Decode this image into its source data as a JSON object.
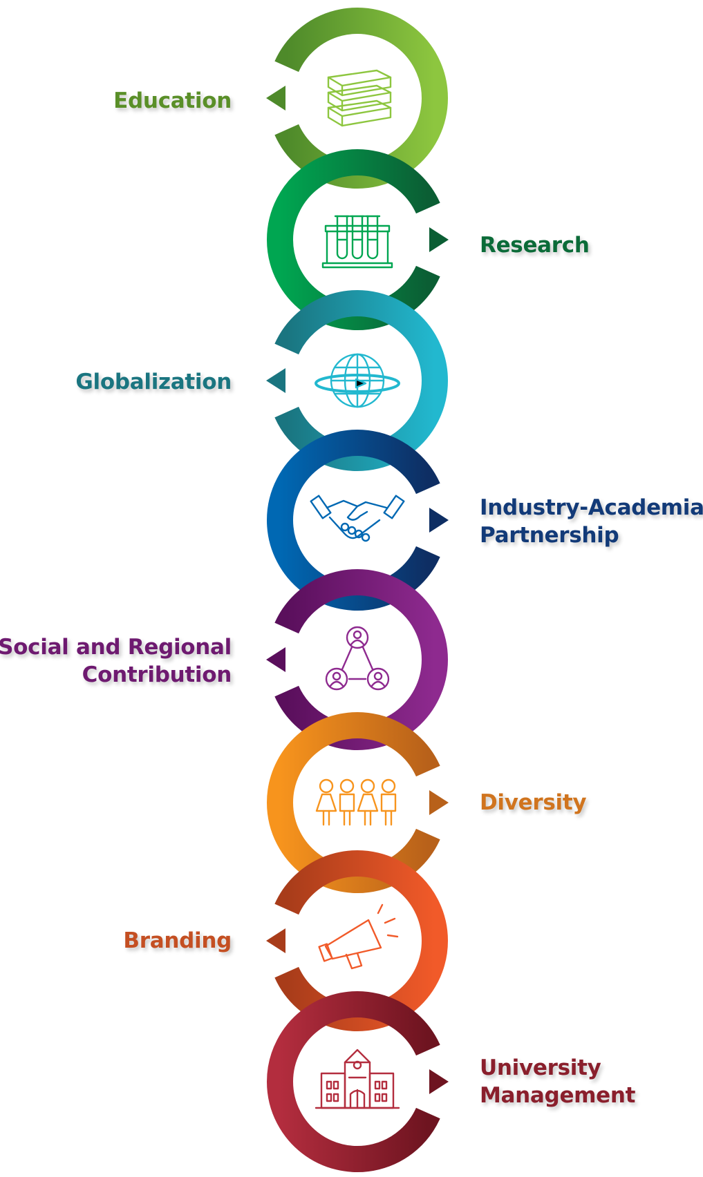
{
  "steps": [
    {
      "line1": "Education",
      "line2": "",
      "icon": "books-icon",
      "side": "left",
      "color_light": "#8DC63F",
      "color_dark": "#4E8A2A",
      "text_color": "#5A8F28"
    },
    {
      "line1": "Research",
      "line2": "",
      "icon": "test-tubes-icon",
      "side": "right",
      "color_light": "#00A651",
      "color_dark": "#0B5E34",
      "text_color": "#0B6B38"
    },
    {
      "line1": "Globalization",
      "line2": "",
      "icon": "globe-icon",
      "side": "left",
      "color_light": "#22B8CF",
      "color_dark": "#1A7580",
      "text_color": "#1A7580"
    },
    {
      "line1": "Industry-Academia",
      "line2": "Partnership",
      "icon": "handshake-icon",
      "side": "right",
      "color_light": "#0068B3",
      "color_dark": "#0E2E63",
      "text_color": "#123A78"
    },
    {
      "line1": "Social and Regional",
      "line2": "Contribution",
      "icon": "people-network-icon",
      "side": "left",
      "color_light": "#8E2A8F",
      "color_dark": "#5A0F5C",
      "text_color": "#6E1A70"
    },
    {
      "line1": "Diversity",
      "line2": "",
      "icon": "people-group-icon",
      "side": "right",
      "color_light": "#F7941D",
      "color_dark": "#B8611A",
      "text_color": "#D0741E"
    },
    {
      "line1": "Branding",
      "line2": "",
      "icon": "megaphone-icon",
      "side": "left",
      "color_light": "#F15A29",
      "color_dark": "#A83C1A",
      "text_color": "#C44F22"
    },
    {
      "line1": "University",
      "line2": "Management",
      "icon": "university-building-icon",
      "side": "right",
      "color_light": "#B32D3E",
      "color_dark": "#6E1420",
      "text_color": "#8A1F2C"
    }
  ]
}
